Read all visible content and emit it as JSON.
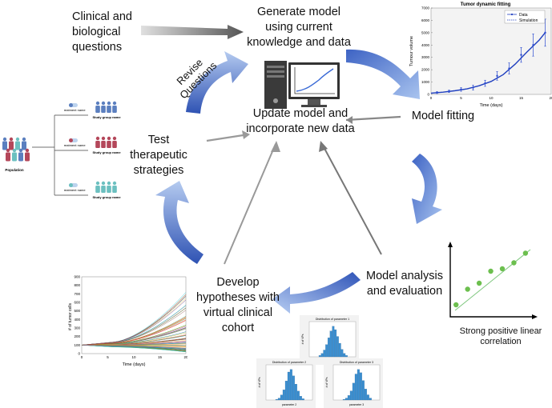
{
  "labels": {
    "clinical": "Clinical and biological questions",
    "generate": "Generate model using current knowledge and data",
    "update": "Update model and incorporate new data",
    "revise": "Revise Questions",
    "test": "Test therapeutic strategies",
    "fitting": "Model fitting",
    "analysis": "Model analysis and evaluation",
    "develop": "Develop hypotheses  with virtual clinical cohort",
    "correlation": "Strong positive linear correlation"
  },
  "population": {
    "label": "Population",
    "treatment_label": "Treatment name",
    "group_label": "Study group name",
    "group_colors": [
      "#5b7fbf",
      "#b4475a",
      "#6cc0c0"
    ]
  },
  "tumor_chart": {
    "title": "Tumor dynamic fitting",
    "xlabel": "Time (days)",
    "ylabel": "Tumour volume",
    "legend": [
      "Data",
      "Simulation"
    ],
    "xticks": [
      "0",
      "5",
      "10",
      "15",
      "20"
    ],
    "yticks": [
      "0",
      "1000",
      "2000",
      "3000",
      "4000",
      "5000",
      "6000",
      "7000"
    ]
  },
  "cohort_chart": {
    "xlabel": "Time (days)",
    "ylabel": "# of tumor cells",
    "xticks": [
      "0",
      "5",
      "10",
      "15",
      "20"
    ],
    "yticks": [
      "0",
      "100",
      "200",
      "300",
      "400",
      "500",
      "600",
      "700",
      "800",
      "900"
    ]
  },
  "histograms": {
    "titles": [
      "Distribution of parameter 1",
      "Distribution of parameter 2",
      "Distribution of parameter 3"
    ],
    "ylabel": "# of VPs",
    "xlabels": [
      "parameter 1",
      "parameter 2",
      "parameter 3"
    ]
  },
  "chart_data": [
    {
      "type": "line",
      "title": "Tumor dynamic fitting",
      "xlabel": "Time (days)",
      "ylabel": "Tumour volume",
      "xlim": [
        0,
        20
      ],
      "ylim": [
        0,
        7000
      ],
      "series": [
        {
          "name": "Data",
          "x": [
            1,
            3,
            5,
            7,
            9,
            11,
            13,
            15,
            17,
            19
          ],
          "y": [
            150,
            250,
            400,
            550,
            900,
            1500,
            2100,
            3200,
            4000,
            5000
          ],
          "err": [
            80,
            100,
            150,
            200,
            250,
            350,
            450,
            600,
            900,
            1100
          ]
        },
        {
          "name": "Simulation",
          "x": [
            0,
            2,
            4,
            6,
            8,
            10,
            12,
            14,
            16,
            18,
            19
          ],
          "y": [
            100,
            180,
            300,
            450,
            700,
            1050,
            1600,
            2450,
            3450,
            4400,
            5000
          ]
        }
      ]
    },
    {
      "type": "line",
      "xlabel": "Time (days)",
      "ylabel": "# of tumor cells",
      "xlim": [
        0,
        20
      ],
      "ylim": [
        0,
        900
      ],
      "series_count_note": "many virtual patient trajectories",
      "x": [
        0,
        5,
        10,
        15,
        20
      ],
      "y_start": 100,
      "y_end_min": 20,
      "y_end_max": 740
    },
    {
      "type": "scatter",
      "x": [
        1,
        2,
        3,
        4,
        5,
        6,
        7
      ],
      "y": [
        1.0,
        2.3,
        2.8,
        3.8,
        4.0,
        4.5,
        5.3
      ]
    },
    {
      "type": "bar",
      "title": "Distribution of parameter 1",
      "values": [
        2,
        5,
        10,
        18,
        28,
        38,
        45,
        40,
        30,
        20,
        11,
        5,
        2
      ]
    },
    {
      "type": "bar",
      "title": "Distribution of parameter 2",
      "values": [
        1,
        3,
        8,
        16,
        30,
        44,
        48,
        38,
        25,
        14,
        6,
        2
      ]
    },
    {
      "type": "bar",
      "title": "Distribution of parameter 3",
      "values": [
        1,
        3,
        7,
        14,
        26,
        40,
        47,
        42,
        30,
        17,
        8,
        3
      ]
    }
  ]
}
